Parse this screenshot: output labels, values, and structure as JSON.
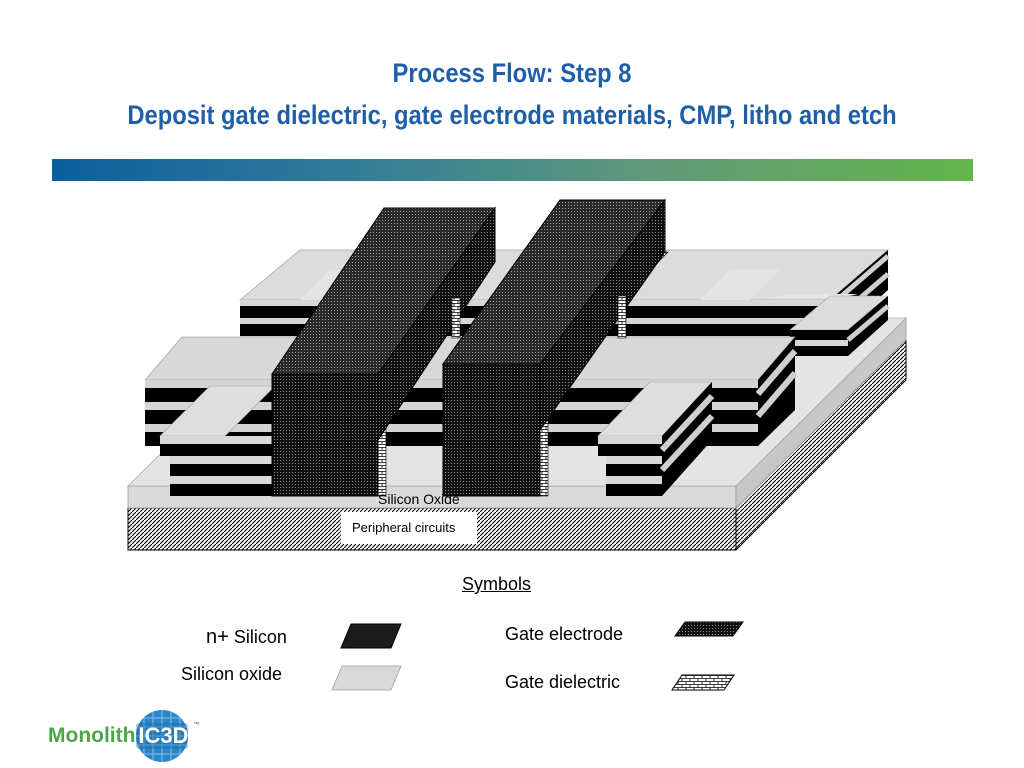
{
  "title": {
    "line1": "Process Flow: Step 8",
    "line2": "Deposit gate dielectric, gate electrode materials, CMP, litho and etch",
    "color": "#1f5fa8"
  },
  "diagram": {
    "label_oxide": "Silicon Oxide",
    "label_peripheral": "Peripheral circuits"
  },
  "legend": {
    "heading": "Symbols",
    "nplus_prefix": "n+",
    "nplus_rest": "Silicon",
    "silicon_oxide": "Silicon oxide",
    "gate_electrode": "Gate electrode",
    "gate_dielectric": "Gate dielectric"
  },
  "logo": {
    "text": "Monolith",
    "badge": "IC3D",
    "tm": "™",
    "green": "#4aa64a",
    "blue": "#2a86c8"
  }
}
